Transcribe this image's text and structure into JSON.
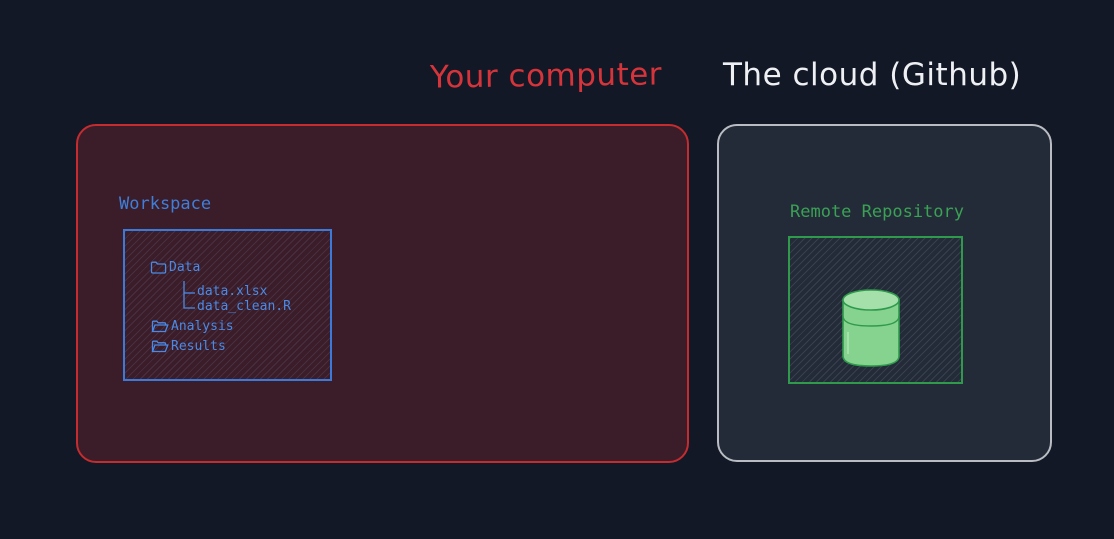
{
  "titles": {
    "local": "Your computer",
    "cloud": "The cloud (Github)"
  },
  "workspace": {
    "label": "Workspace",
    "tree": [
      {
        "icon": "folder-icon",
        "name": "Data",
        "children": [
          "data.xlsx",
          "data_clean.R"
        ]
      },
      {
        "icon": "folder-open-icon",
        "name": "Analysis"
      },
      {
        "icon": "folder-open-icon",
        "name": "Results"
      }
    ]
  },
  "remote": {
    "label": "Remote Repository",
    "icon": "database-icon"
  },
  "colors": {
    "background": "#121826",
    "local_accent": "#d6343b",
    "local_fill": "#3b1c29",
    "cloud_border": "#b9bcc2",
    "cloud_fill": "#232b38",
    "workspace_blue": "#3b7ad8",
    "remote_green": "#2f9a4c"
  }
}
